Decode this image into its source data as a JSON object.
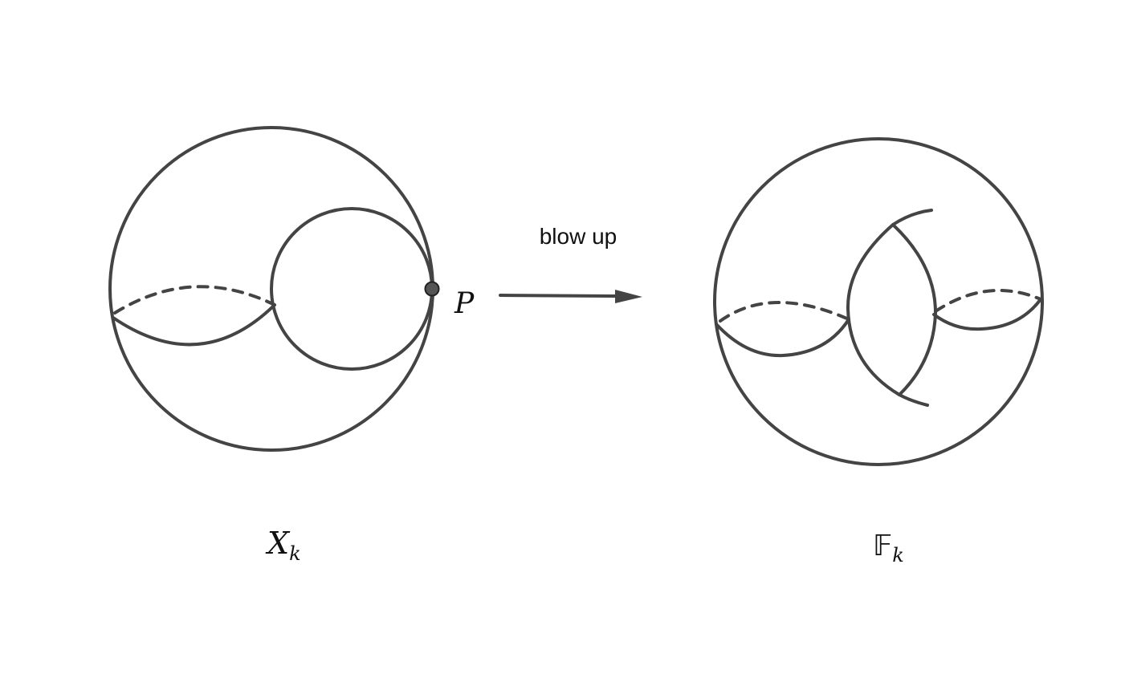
{
  "arrow_label": "blow up",
  "point_label": "P",
  "left_surface": {
    "base": "X",
    "subscript": "k"
  },
  "right_surface": {
    "base": "𝔽",
    "subscript": "k"
  },
  "colors": {
    "stroke": "#444444",
    "point_fill": "#555555",
    "text": "#111111",
    "background": "#ffffff"
  }
}
